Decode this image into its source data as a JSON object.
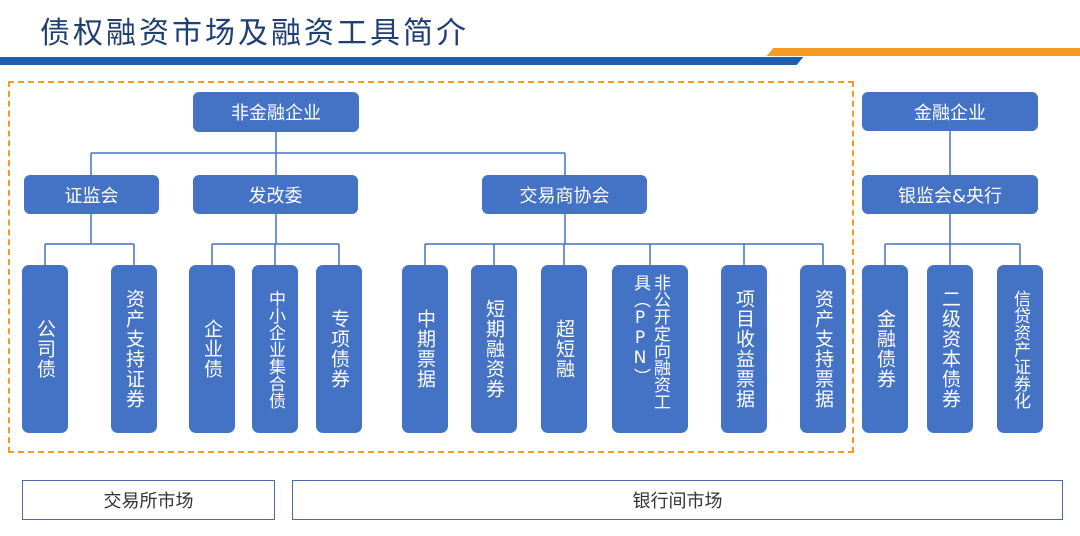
{
  "title": "债权融资市场及融资工具简介",
  "colors": {
    "node": "#4472c4",
    "frame": "#f59a23",
    "band_blue": "#1f5ea8",
    "band_orange": "#f59a23",
    "line": "#4472c4"
  },
  "non_financial": {
    "root": "非金融企业",
    "regulators": [
      {
        "label": "证监会",
        "instruments": [
          "公司债",
          "资产支持证券"
        ]
      },
      {
        "label": "发改委",
        "instruments": [
          "企业债",
          "中小企业集合债",
          "专项债券"
        ]
      },
      {
        "label": "交易商协会",
        "instruments": [
          "中期票据",
          "短期融资券",
          "超短融",
          "非公开定向融资工具（PPN）",
          "项目收益票据",
          "资产支持票据"
        ]
      }
    ]
  },
  "financial": {
    "root": "金融企业",
    "regulator": "银监会&央行",
    "instruments": [
      "金融债券",
      "二级资本债券",
      "信贷资产证券化"
    ]
  },
  "markets": {
    "exchange": "交易所市场",
    "interbank": "银行间市场"
  }
}
